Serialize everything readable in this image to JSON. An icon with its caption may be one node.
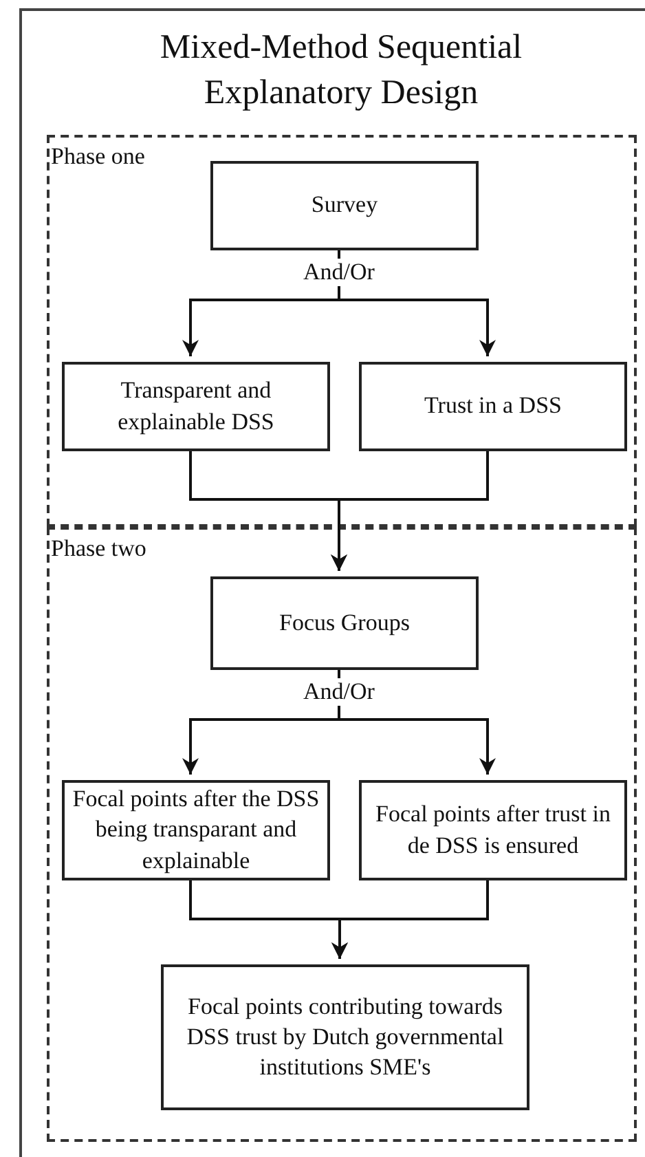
{
  "diagram": {
    "nodes": [
      {
        "text": [
          "Mixed-Method Sequential Explanatory Design"
        ]
      },
      {
        "text": [
          "Phase one"
        ],
        "in": 0
      },
      {
        "text": [
          "Survey"
        ],
        "in": 1
      },
      {
        "text": [
          "Transparent and explainable DSS"
        ],
        "in": 1
      },
      {
        "text": [
          "Trust in a DSS"
        ],
        "in": 1
      },
      {
        "text": [
          "Phase two"
        ],
        "in": 0
      },
      {
        "text": [
          "Focus Groups"
        ],
        "in": 5
      },
      {
        "text": [
          "Focal points after the DSS being transparant and explainable"
        ],
        "in": 5
      },
      {
        "text": [
          "Focal points after trust in de DSS is ensured"
        ],
        "in": 5
      },
      {
        "text": [
          "Focal points contributing towards DSS trust by Dutch governmental institutions SME's"
        ],
        "in": 5
      }
    ],
    "edges": [
      {
        "from": 2,
        "to": 3,
        "arrow": "to",
        "label": "And/Or"
      },
      {
        "from": 2,
        "to": 4,
        "arrow": "to"
      },
      {
        "from": 3,
        "to": 6,
        "arrow": "to"
      },
      {
        "from": 4,
        "to": 6,
        "arrow": "to"
      },
      {
        "from": 6,
        "to": 7,
        "arrow": "to",
        "label": "And/Or"
      },
      {
        "from": 6,
        "to": 8,
        "arrow": "to"
      },
      {
        "from": 7,
        "to": 9,
        "arrow": "to"
      },
      {
        "from": 8,
        "to": 9,
        "arrow": "to"
      }
    ]
  }
}
